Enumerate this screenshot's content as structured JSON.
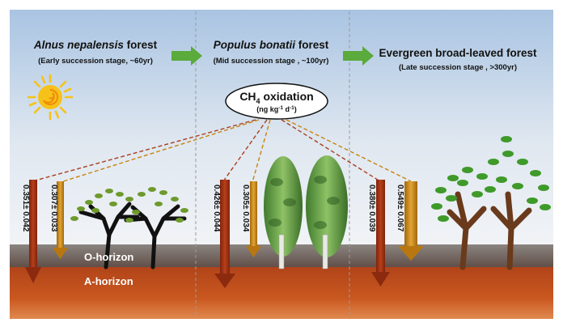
{
  "stages": [
    {
      "name": "Alnus nepalensis",
      "suffix": " forest",
      "desc": "(Early succession stage, ~60yr)"
    },
    {
      "name": "Populus bonatii",
      "suffix": " forest",
      "desc": "(Mid succession stage , ~100yr)"
    },
    {
      "name": "",
      "suffix": "Evergreen broad-leaved  forest",
      "desc": "(Late succession stage , >300yr)"
    }
  ],
  "oxidation": {
    "label_main": "CH",
    "label_sub": "4",
    "label_rest": " oxidation",
    "unit_a": "(ng kg",
    "unit_sup1": "-1",
    "unit_b": " d",
    "unit_sup2": "-1",
    "unit_c": ")"
  },
  "values": {
    "early_a": "0.351± 0.042",
    "early_o": "0.307± 0.033",
    "mid_a": "0.426± 0.044",
    "mid_o": "0.305± 0.034",
    "late_a": "0.380± 0.039",
    "late_o": "0.549± 0.067"
  },
  "horizons": {
    "o": "O-horizon",
    "a": "A-horizon"
  },
  "colors": {
    "sky_top": "#a9c4e2",
    "sky_bottom": "#f1f4f8",
    "o_horizon": "#6f625b",
    "a_horizon": "#c2511d",
    "arrow_a": "#9c2d10",
    "arrow_o": "#c7840f",
    "process_arrow": "#5aaa3c",
    "sun": "#f6c21a"
  }
}
